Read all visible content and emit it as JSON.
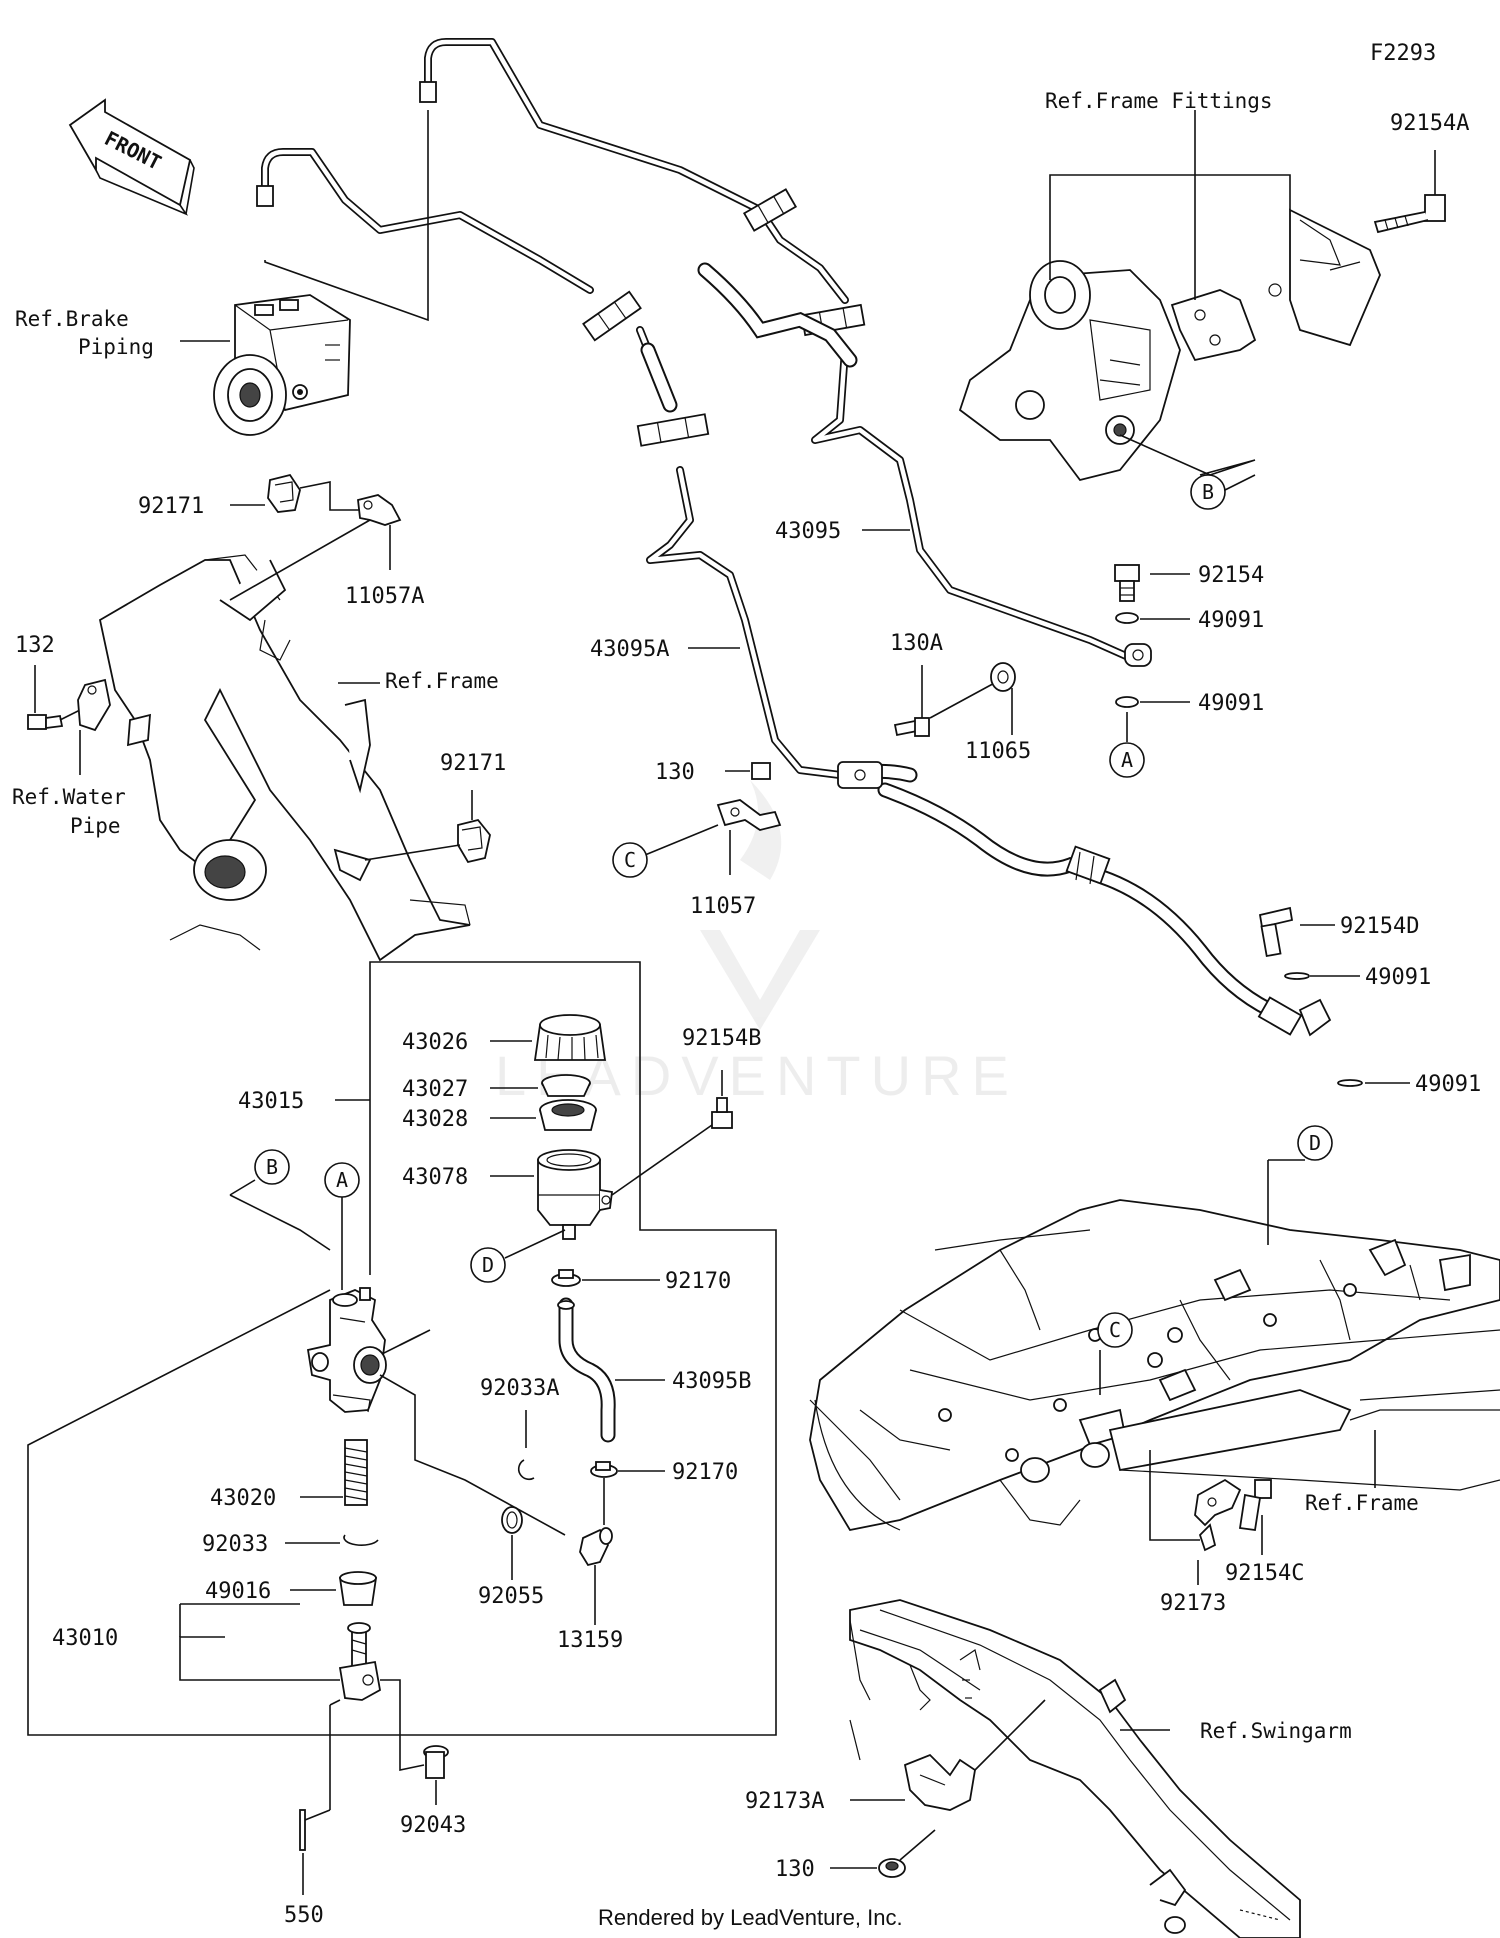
{
  "diagram_id": "F2293",
  "front_arrow_text": "FRONT",
  "footer": "Rendered by LeadVenture, Inc.",
  "watermark": "LEADVENTURE",
  "callouts": {
    "A": "A",
    "B": "B",
    "C": "C",
    "D": "D"
  },
  "references": {
    "frame_fittings": "Ref.Frame Fittings",
    "brake_piping_1": "Ref.Brake",
    "brake_piping_2": "Piping",
    "frame_upper": "Ref.Frame",
    "water_pipe_1": "Ref.Water",
    "water_pipe_2": "Pipe",
    "frame_lower": "Ref.Frame",
    "swingarm": "Ref.Swingarm"
  },
  "parts": {
    "p92154A": "92154A",
    "p92171_top": "92171",
    "p11057A": "11057A",
    "p132": "132",
    "p92171_mid": "92171",
    "p43095": "43095",
    "p92154": "92154",
    "p49091_a": "49091",
    "p49091_b": "49091",
    "p43095A": "43095A",
    "p130A": "130A",
    "p11065": "11065",
    "p130_top": "130",
    "p11057": "11057",
    "p92154D": "92154D",
    "p49091_c": "49091",
    "p49091_d": "49091",
    "p43026": "43026",
    "p43027": "43027",
    "p43015": "43015",
    "p43028": "43028",
    "p92154B": "92154B",
    "p43078": "43078",
    "p92170_a": "92170",
    "p92033A": "92033A",
    "p43095B": "43095B",
    "p92170_b": "92170",
    "p43020": "43020",
    "p92033": "92033",
    "p49016": "49016",
    "p92055": "92055",
    "p13159": "13159",
    "p43010": "43010",
    "p92043": "92043",
    "p550": "550",
    "p92173": "92173",
    "p92154C": "92154C",
    "p92173A": "92173A",
    "p130_bottom": "130"
  }
}
